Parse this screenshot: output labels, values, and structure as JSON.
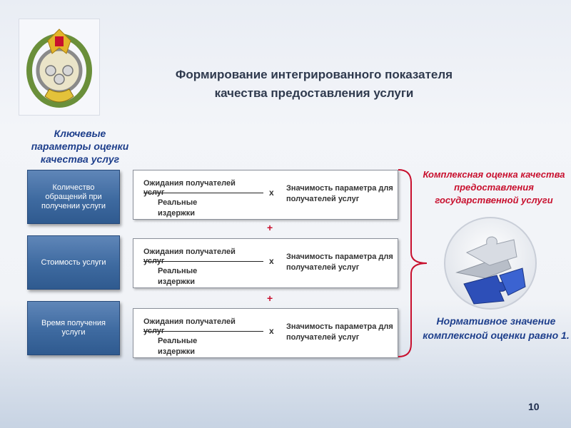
{
  "title": {
    "line1": "Формирование интегрированного показателя",
    "line2": "качества предоставления услуги"
  },
  "key_params_label": "Ключевые параметры оценки качества услуг",
  "parameters": [
    {
      "label": "Количество обращений при получении услуги"
    },
    {
      "label": "Стоимость услуги"
    },
    {
      "label": "Время получения услуги"
    }
  ],
  "formula": {
    "numerator": "Ожидания получателей услуг",
    "denominator": "Реальные издержки",
    "times": "x",
    "significance": "Значимость параметра для получателей услуг"
  },
  "plus_sign": "+",
  "complex_assessment": "Комплексная оценка качества предоставления государственной услуги",
  "normative_value": "Нормативное значение комплексной оценки равно 1.",
  "page_number": "10",
  "colors": {
    "title": "#2f3a4e",
    "blue_text": "#1e3f8c",
    "red_accent": "#c8102e",
    "box_blue": "#3e6aa0"
  },
  "icons": [
    "emblem-logo",
    "puzzle-image"
  ]
}
